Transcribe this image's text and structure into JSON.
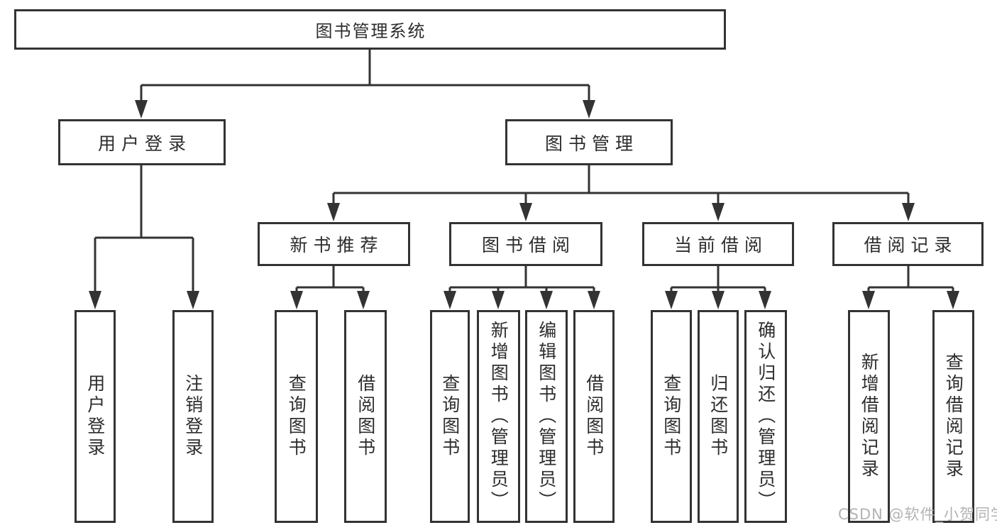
{
  "colors": {
    "line": "#333333",
    "box_border": "#333333",
    "text": "#2d2d2d",
    "watermark": "#b3b3b3",
    "background": "#ffffff"
  },
  "nodes": {
    "root": {
      "label": "图书管理系统"
    },
    "user_login": {
      "label": "用户登录"
    },
    "book_management": {
      "label": "图书管理"
    },
    "login": {
      "label": "用户登录"
    },
    "logout": {
      "label": "注销登录"
    },
    "new_book_recommend": {
      "label": "新书推荐"
    },
    "book_borrow": {
      "label": "图书借阅"
    },
    "current_borrow": {
      "label": "当前借阅"
    },
    "borrow_record": {
      "label": "借阅记录"
    },
    "recommend_query_books": {
      "label": "查询图书"
    },
    "recommend_borrow_books": {
      "label": "借阅图书"
    },
    "borrow_query_books": {
      "label": "查询图书"
    },
    "borrow_add_books": {
      "label": "新增图书（管理员）"
    },
    "borrow_edit_books": {
      "label": "编辑图书（管理员）"
    },
    "borrow_borrow_books": {
      "label": "借阅图书"
    },
    "current_query_books": {
      "label": "查询图书"
    },
    "current_return_books": {
      "label": "归还图书"
    },
    "current_confirm_return": {
      "label": "确认归还（管理员）"
    },
    "record_add_record": {
      "label": "新增借阅记录"
    },
    "record_query_record": {
      "label": "查询借阅记录"
    }
  },
  "watermark": {
    "text": "CSDN @软件_小贺同学"
  }
}
